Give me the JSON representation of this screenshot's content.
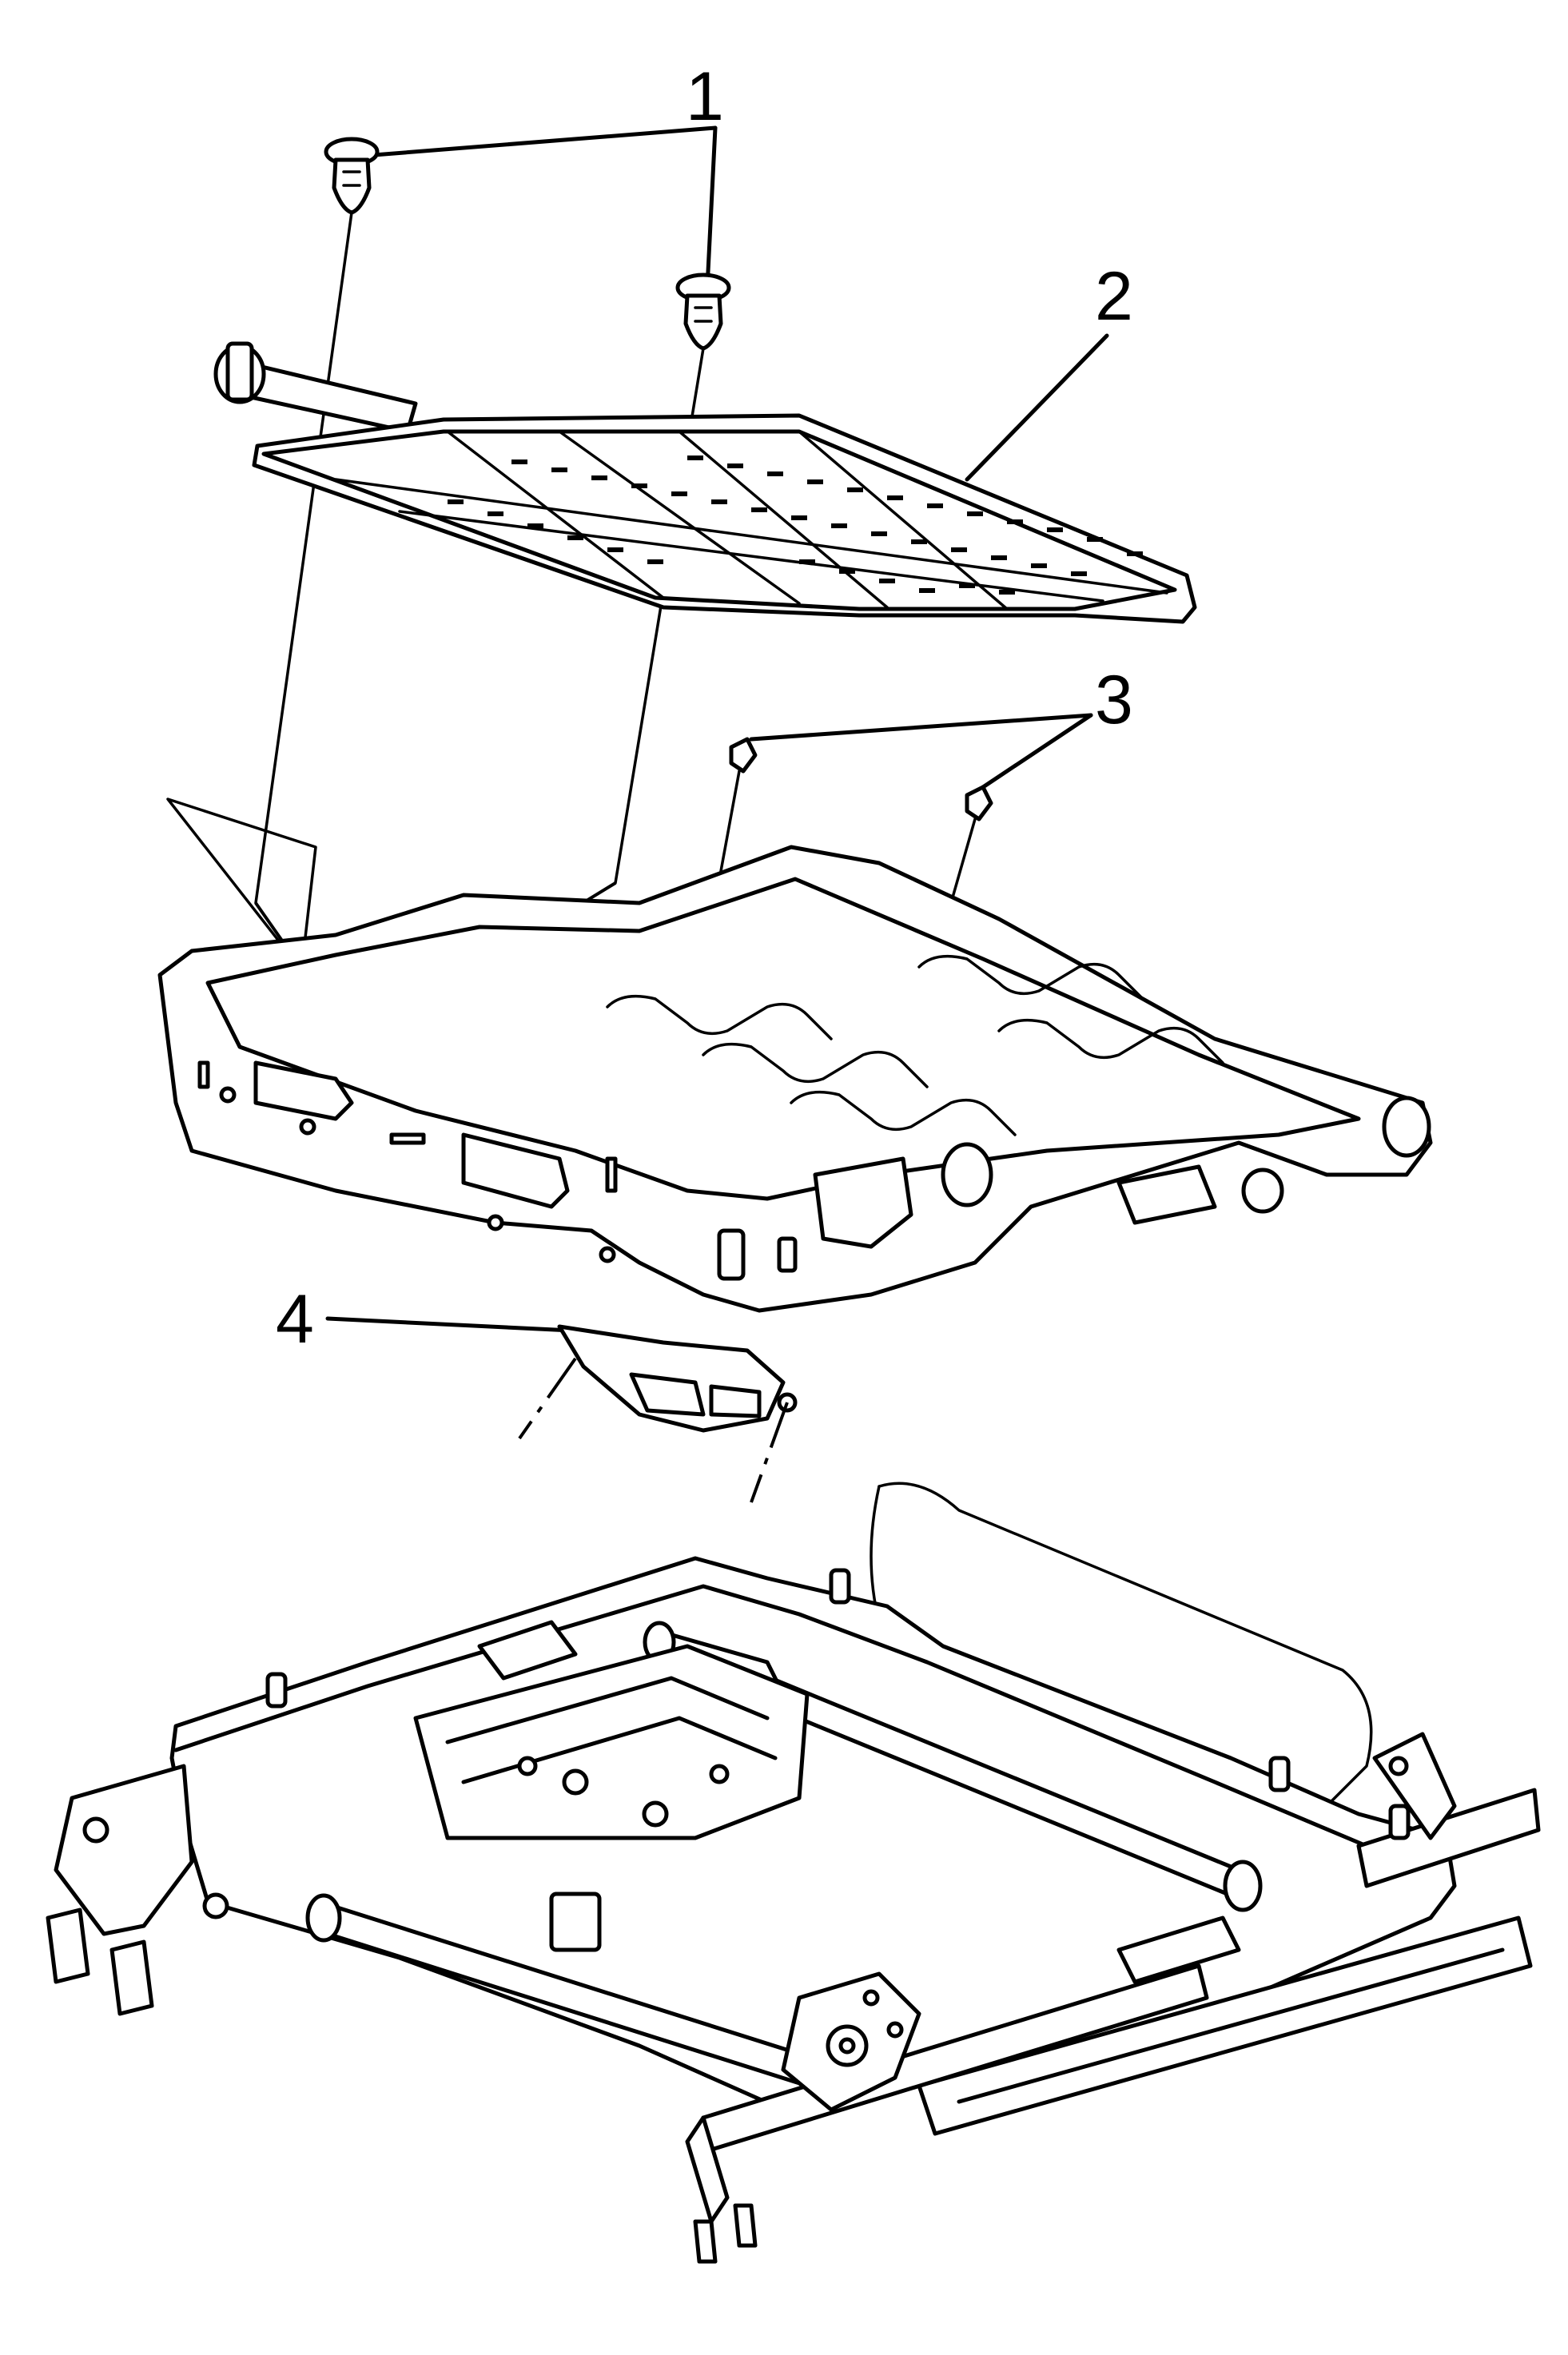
{
  "callouts": [
    {
      "id": "1",
      "label": "1"
    },
    {
      "id": "2",
      "label": "2"
    },
    {
      "id": "3",
      "label": "3"
    },
    {
      "id": "4",
      "label": "4"
    }
  ],
  "parts": [
    {
      "callout": "1",
      "icon": "push-pin-retainer-icon",
      "quantity_shown": 2
    },
    {
      "callout": "2",
      "icon": "perforated-seat-cushion-panel-icon"
    },
    {
      "callout": "3",
      "icon": "small-fastener-icon",
      "quantity_shown": 2
    },
    {
      "callout": "4",
      "icon": "switch-bracket-icon"
    }
  ]
}
